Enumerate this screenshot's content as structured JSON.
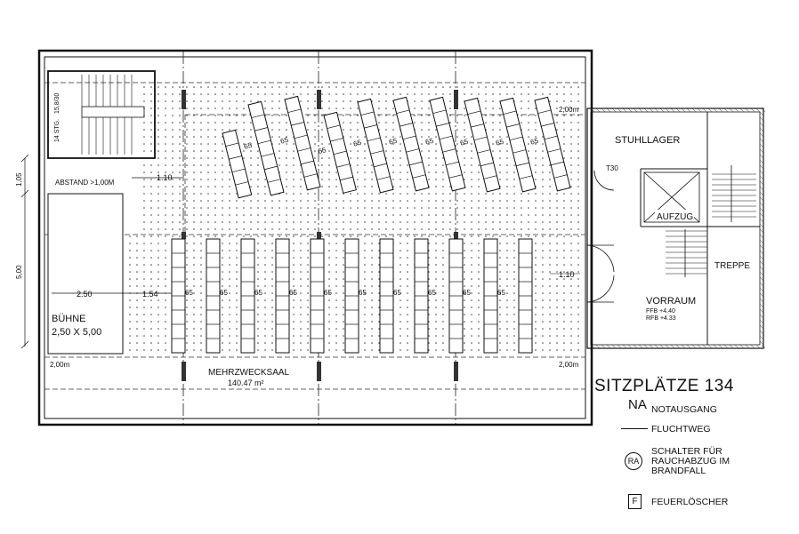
{
  "rooms": {
    "hall_name": "MEHRZWECKSAAL",
    "hall_area": "140.47 m²",
    "stage_name": "BÜHNE",
    "stage_size": "2,50 X 5,00",
    "chair_storage": "STUHLLAGER",
    "elevator": "AUFZUG",
    "stairs": "TREPPE",
    "vestibule": "VORRAUM",
    "ffb": "FFB  +4.40",
    "rfb": "RFB  +4.33",
    "fire_door": "T30",
    "stair_steps": "14 STG.",
    "stair_ratio": "15,8/30",
    "distance_note": "ABSTAND >1,00M"
  },
  "dimensions": {
    "stage_height": "5,00",
    "stage_depth": "2.50",
    "offset_top": "1,05",
    "aisle_width_top": "2,00m",
    "aisle_width_bottom_left": "2,00m",
    "aisle_width_bottom_right": "2,00m",
    "gap_110": "1.10",
    "gap_154": "1.54",
    "row_spacing": "65",
    "door_clearance": "1.10"
  },
  "legend": {
    "title": "SITZPLÄTZE 134",
    "na_symbol": "NA",
    "na_label": "NOTAUSGANG",
    "escape_label": "FLUCHTWEG",
    "ra_symbol": "RA",
    "ra_label_1": "SCHALTER FÜR",
    "ra_label_2": "RAUCHABZUG IM",
    "ra_label_3": "BRANDFALL",
    "f_symbol": "F",
    "f_label": "FEUERLÖSCHER"
  }
}
